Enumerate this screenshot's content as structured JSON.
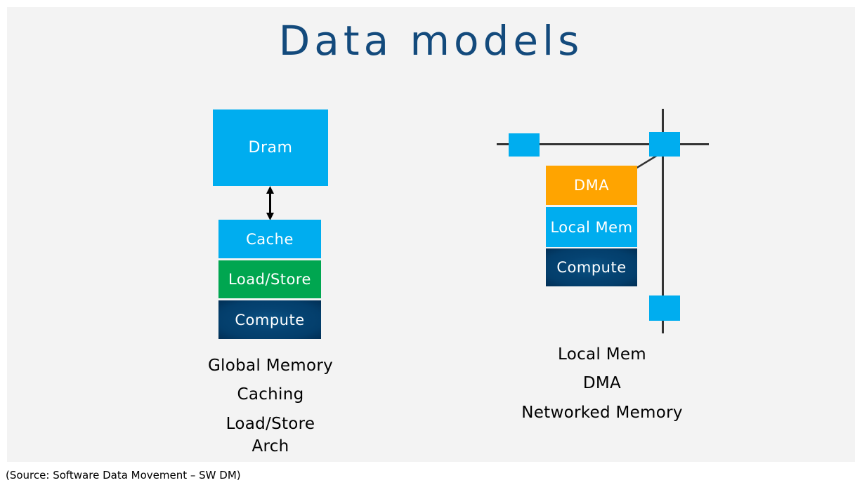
{
  "slide": {
    "title": "Data models",
    "title_color": "#134a7c",
    "background_color": "#f3f3f3",
    "source_note": "(Source: Software Data Movement – SW DM)"
  },
  "palette": {
    "cyan": "#00ADEF",
    "green": "#00A650",
    "navy": "#054372",
    "orange": "#FFA400",
    "line": "#333333",
    "text_on_block": "#FFFFFF",
    "caption_text": "#000000"
  },
  "left_diagram": {
    "name": "global-memory-model",
    "memory_block": {
      "label": "Dram",
      "color": "#00ADEF"
    },
    "connector": {
      "type": "double-headed-arrow",
      "orientation": "vertical",
      "color": "#000000"
    },
    "stack": [
      {
        "label": "Cache",
        "color": "#00ADEF"
      },
      {
        "label": "Load/Store",
        "color": "#00A650"
      },
      {
        "label": "Compute",
        "color": "#054372"
      }
    ],
    "captions": [
      "Global Memory",
      "Caching",
      "Load/Store",
      "Arch"
    ]
  },
  "right_diagram": {
    "name": "networked-memory-model",
    "stack": [
      {
        "label": "DMA",
        "color": "#FFA400"
      },
      {
        "label": "Local Mem",
        "color": "#00ADEF"
      },
      {
        "label": "Compute",
        "color": "#054372"
      }
    ],
    "network": {
      "nodes": [
        {
          "name": "network-node-left",
          "color": "#00ADEF"
        },
        {
          "name": "network-node-center",
          "color": "#00ADEF"
        },
        {
          "name": "network-node-bottom",
          "color": "#00ADEF"
        }
      ],
      "links": [
        {
          "name": "network-link-horizontal",
          "orientation": "horizontal"
        },
        {
          "name": "network-link-vertical",
          "orientation": "vertical"
        },
        {
          "name": "network-link-diagonal",
          "orientation": "diagonal"
        }
      ]
    },
    "captions": [
      "Local Mem",
      "DMA",
      "Networked Memory"
    ]
  }
}
